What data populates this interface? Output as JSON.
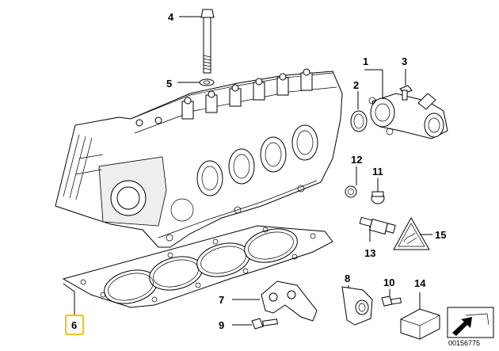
{
  "diagram": {
    "id_text": "00156775",
    "highlight_color": "#f5c400",
    "labels": {
      "l1": "1",
      "l2": "2",
      "l3": "3",
      "l4": "4",
      "l5": "5",
      "l6": "6",
      "l7": "7",
      "l8": "8",
      "l9": "9",
      "l10": "10",
      "l11": "11",
      "l12": "12",
      "l13": "13",
      "l14": "14",
      "l15": "15"
    },
    "selected_label": "6"
  }
}
